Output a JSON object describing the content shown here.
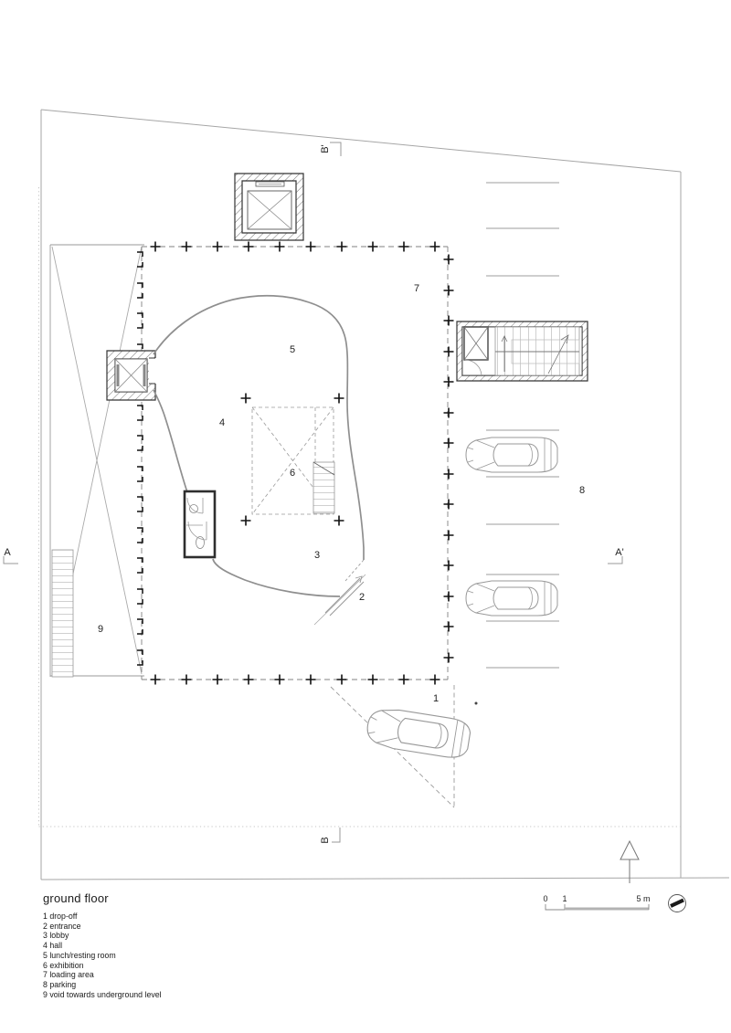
{
  "drawing": {
    "title": "ground floor",
    "legend_items": [
      "1 drop-off",
      "2 entrance",
      "3 lobby",
      "4 hall",
      "5 lunch/resting room",
      "6 exhibition",
      "7 loading area",
      "8 parking",
      "9 void towards underground level"
    ],
    "room_numbers": {
      "drop_off": "1",
      "entrance": "2",
      "lobby": "3",
      "hall": "4",
      "lunch_resting": "5",
      "exhibition": "6",
      "loading": "7",
      "parking": "8",
      "void": "9"
    },
    "sections": {
      "a": "A",
      "a_prime": "A'",
      "b": "B",
      "b_prime": "B'"
    },
    "scale_bar": {
      "zero": "0",
      "one": "1",
      "five_m": "5 m"
    },
    "colors": {
      "ink": "#1a1a1a",
      "wall": "#333333",
      "wall_gray": "#8f8f8f",
      "grid": "#808080",
      "light": "#b3b3b3"
    }
  }
}
